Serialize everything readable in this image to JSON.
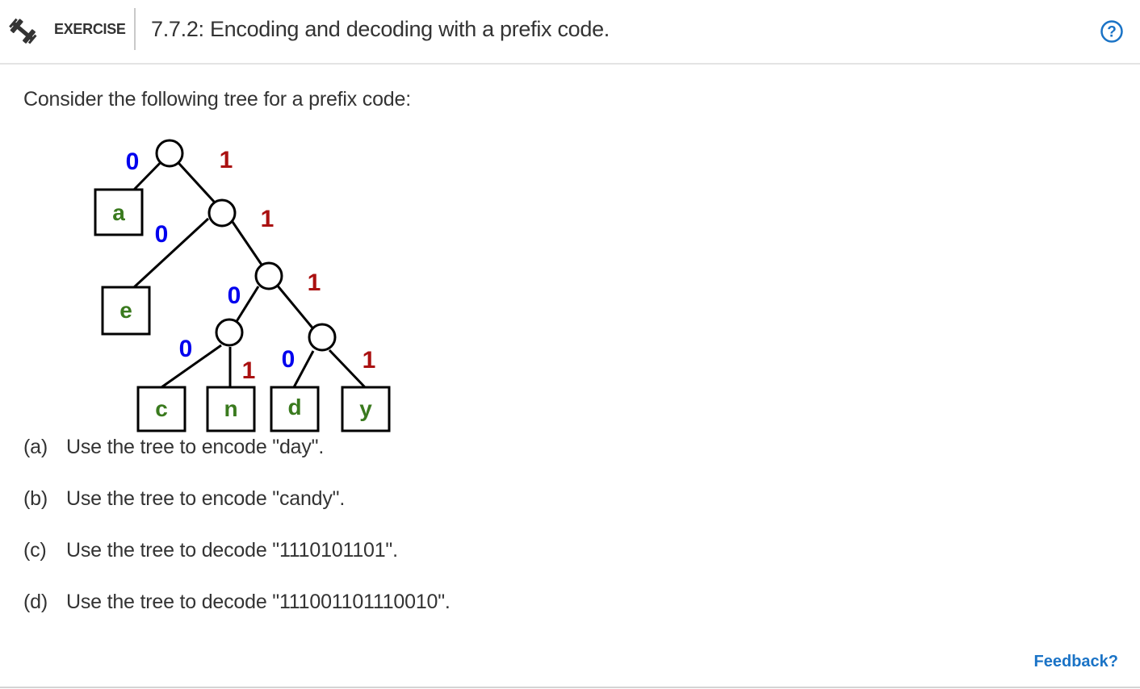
{
  "header": {
    "exercise_label": "EXERCISE",
    "title": "7.7.2: Encoding and decoding with a prefix code.",
    "exercise_icon": "dumbbell-icon",
    "help_icon": "question-circle-icon",
    "help_symbol": "?"
  },
  "intro": "Consider the following tree for a prefix code:",
  "tree": {
    "edge_labels": {
      "root_0": "0",
      "root_1": "1",
      "n1_0": "0",
      "n1_1": "1",
      "n2_0": "0",
      "n2_1": "1",
      "n3_0": "0",
      "n3_1": "1",
      "n4_0": "0",
      "n4_1": "1"
    },
    "leaves": {
      "a": "a",
      "e": "e",
      "c": "c",
      "n": "n",
      "d": "d",
      "y": "y"
    },
    "colors": {
      "zero": "#0000ee",
      "one": "#aa1111",
      "leaf_letter": "#3a7a1e"
    }
  },
  "questions": [
    {
      "label": "(a)",
      "text": "Use the tree to encode \"day\"."
    },
    {
      "label": "(b)",
      "text": "Use the tree to encode \"candy\"."
    },
    {
      "label": "(c)",
      "text": "Use the tree to decode \"1110101101\"."
    },
    {
      "label": "(d)",
      "text": "Use the tree to decode \"111001101110010\"."
    }
  ],
  "footer": {
    "feedback_label": "Feedback?",
    "accent_color": "#1a73c6"
  }
}
